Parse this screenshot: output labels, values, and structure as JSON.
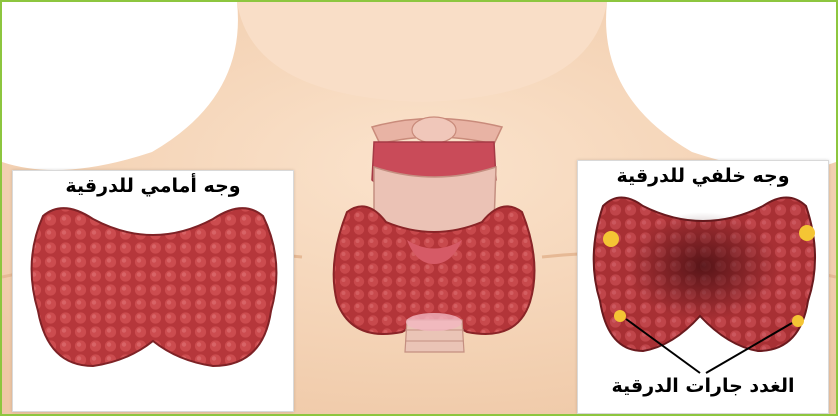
{
  "labels": {
    "front_view": "وجه أمامي للدرقية",
    "back_view": "وجه خلفي للدرقية",
    "parathyroid_glands": "الغدد جارات الدرقية"
  },
  "colors": {
    "frame_border": "#8dc63f",
    "skin": "#f6d9bd",
    "thyroid_tissue": "#b5363a",
    "thyroid_dark": "#6e1a1e",
    "parathyroid": "#f4c534",
    "cartilage": "#e9b7a8"
  }
}
